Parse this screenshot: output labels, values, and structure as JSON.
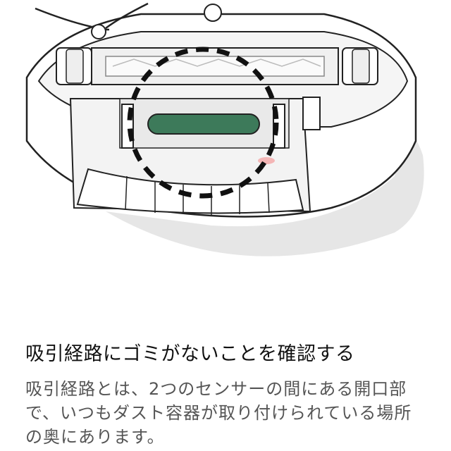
{
  "illustration": {
    "subject": "robot-vacuum-underside",
    "highlight": "dashed-circle-around-debris-extractor-opening"
  },
  "colors": {
    "extractor": "#3d7a5a",
    "sensor_glow": "#f4b6b6",
    "shadow": "#e6e6e6",
    "outline": "#222222"
  },
  "heading": "吸引経路にゴミがないことを確認する",
  "description": "吸引経路とは、2つのセンサーの間にある開口部で、いつもダスト容器が取り付けられている場所の奥にあります。"
}
